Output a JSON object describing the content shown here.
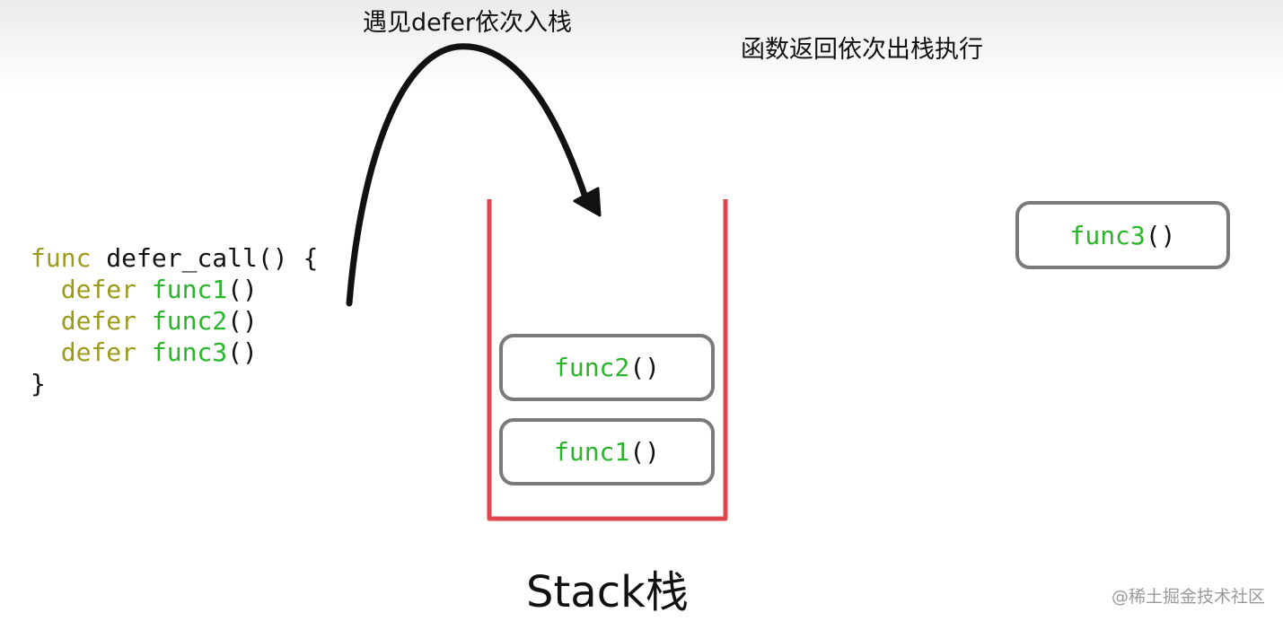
{
  "captions": {
    "push": "遇见defer依次入栈",
    "pop": "函数返回依次出栈执行",
    "stack": "Stack栈"
  },
  "code": {
    "line1": {
      "kw": "func",
      "rest": " defer_call() {"
    },
    "line2": {
      "kw": "defer",
      "fn": "func1",
      "paren": "()"
    },
    "line3": {
      "kw": "defer",
      "fn": "func2",
      "paren": "()"
    },
    "line4": {
      "kw": "defer",
      "fn": "func3",
      "paren": "()"
    },
    "line5": {
      "rest": "}"
    }
  },
  "stack_items": [
    {
      "fn": "func2",
      "paren": "()"
    },
    {
      "fn": "func1",
      "paren": "()"
    }
  ],
  "popped_item": {
    "fn": "func3",
    "paren": "()"
  },
  "watermark": "@稀土掘金技术社区",
  "colors": {
    "keyword": "#9c9a1e",
    "function_name": "#2bb52b",
    "stack_outline": "#e0454f",
    "box_border": "#7a7a7a",
    "arrow": "#111111"
  }
}
